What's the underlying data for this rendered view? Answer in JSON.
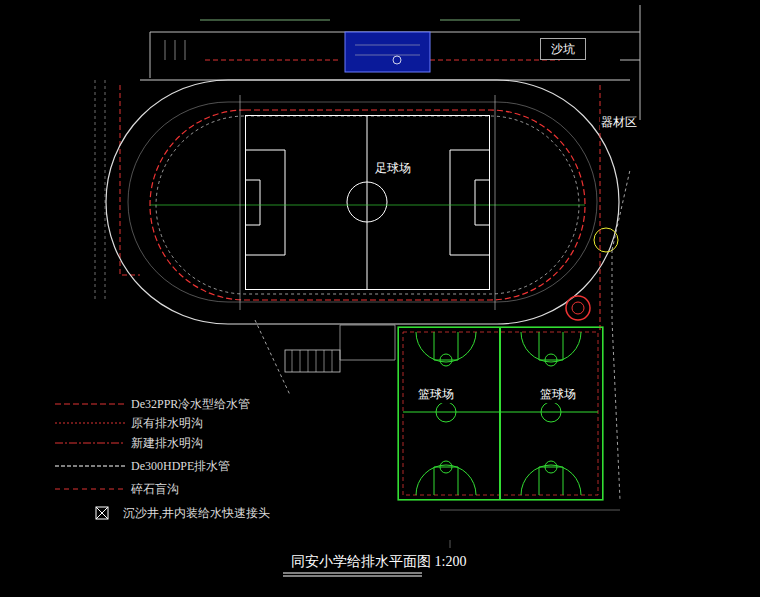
{
  "diagram": {
    "title": "同安小学给排水平面图 1:200",
    "nodes": [
      {
        "text": [
          "足球场"
        ]
      },
      {
        "text": [
          "篮球场"
        ]
      },
      {
        "text": [
          "篮球场"
        ]
      },
      {
        "text": [
          "沙坑"
        ]
      }
    ],
    "labels": [
      "器材区"
    ],
    "legend": [
      {
        "text": "De32PPR冷水型给水管"
      },
      {
        "text": "原有排水明沟"
      },
      {
        "text": "新建排水明沟"
      },
      {
        "text": "De300HDPE排水管"
      },
      {
        "text": "碎石盲沟"
      },
      {
        "text": "沉沙井,井内装给水快速接头"
      }
    ]
  }
}
